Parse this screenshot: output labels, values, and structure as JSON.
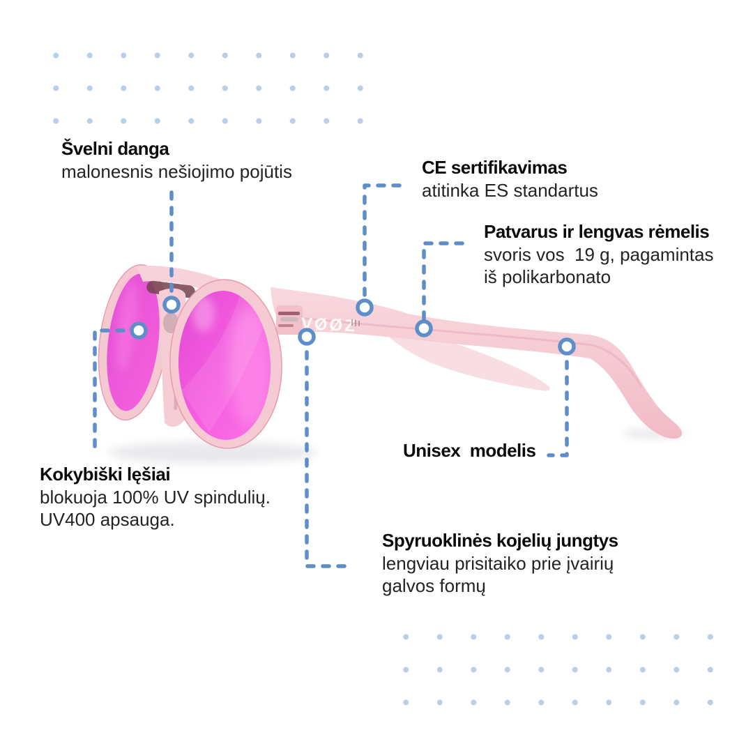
{
  "product": {
    "logo": "VØØZ"
  },
  "annotations": [
    {
      "id": "soft-coating",
      "title": "Švelni danga",
      "lines": [
        "malonesnis nešiojimo pojūtis"
      ]
    },
    {
      "id": "ce-certification",
      "title": "CE sertifikavimas",
      "lines": [
        "atitinka ES standartus"
      ]
    },
    {
      "id": "durable-light-frame",
      "title": "Patvarus ir lengvas rėmelis",
      "lines": [
        "svoris vos  19 g, pagamintas",
        "iš polikarbonato"
      ]
    },
    {
      "id": "quality-lenses",
      "title": "Kokybiški lęšiai",
      "lines": [
        "blokuoja 100% UV spindulių.",
        "UV400 apsauga."
      ]
    },
    {
      "id": "unisex-model",
      "title": "Unisex  modelis",
      "lines": []
    },
    {
      "id": "spring-hinges",
      "title": "Spyruoklinės kojelių jungtys",
      "lines": [
        "lengviau prisitaiko prie įvairių",
        "galvos formų"
      ]
    }
  ],
  "colors": {
    "accent_blue": "#5e8ec9",
    "dot_blue": "#b9cee9",
    "lens_magenta": "#f255dd",
    "frame_pink": "#f6cad3",
    "text_dark": "#0b0b0b",
    "background": "#ffffff"
  }
}
